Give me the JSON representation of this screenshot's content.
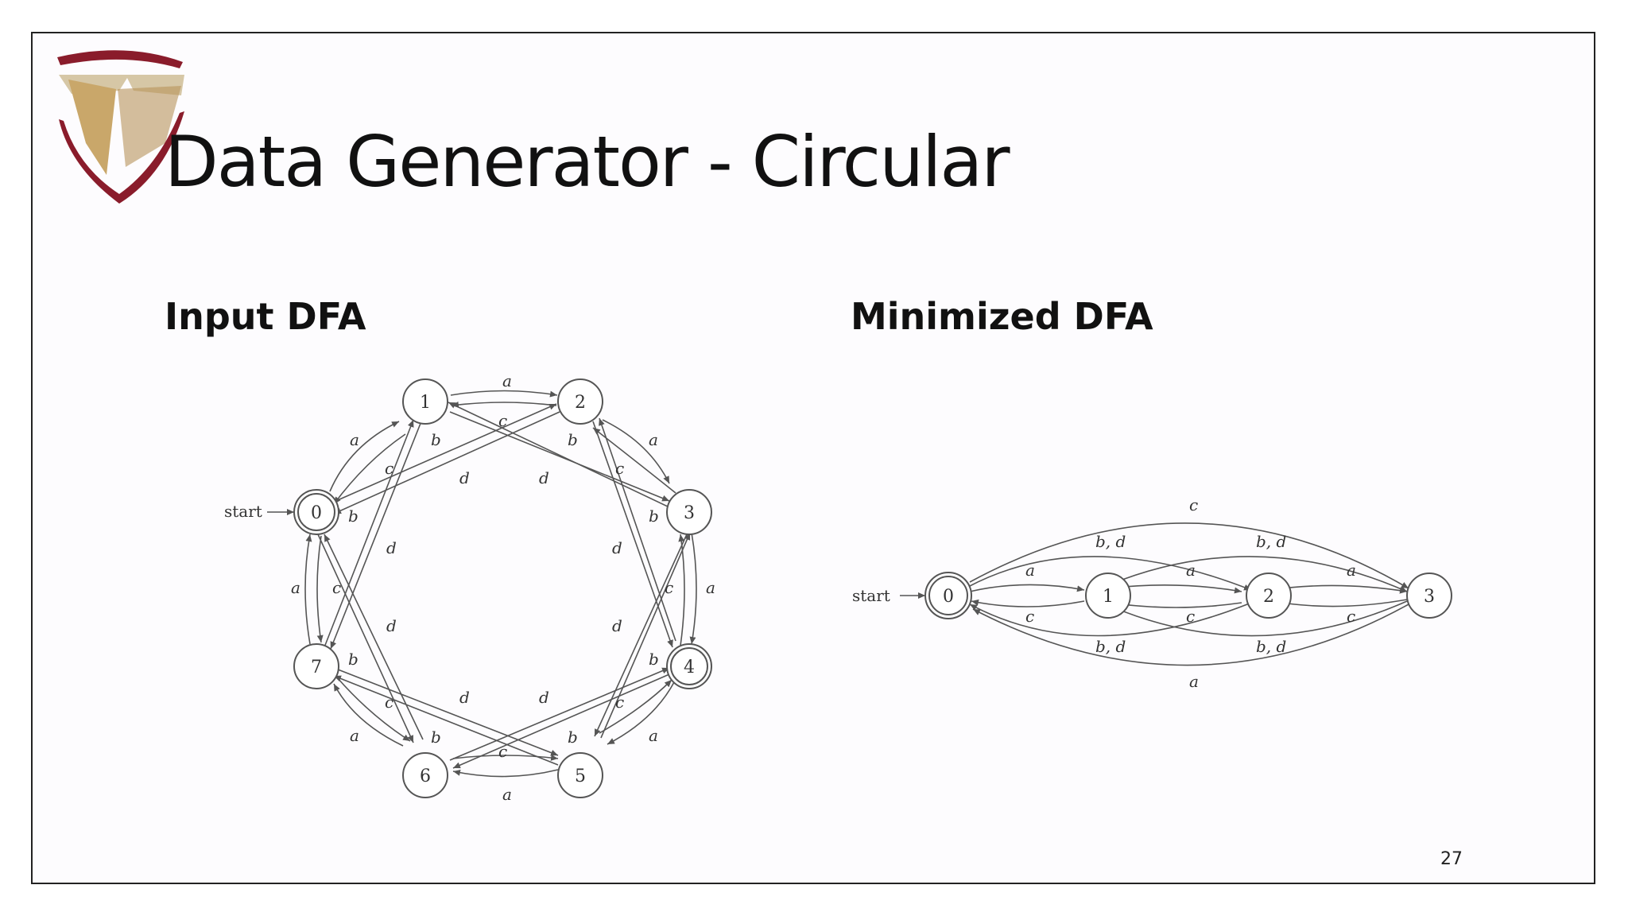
{
  "title": "Data Generator - Circular",
  "left_heading": "Input DFA",
  "right_heading": "Minimized DFA",
  "page_number": "27",
  "start_label": "start",
  "input_dfa": {
    "states": [
      "0",
      "1",
      "2",
      "3",
      "4",
      "5",
      "6",
      "7"
    ],
    "start_state": "0",
    "accepting_states": [
      "0",
      "4"
    ],
    "edge_labels": {
      "a": "a",
      "b": "b",
      "c": "c",
      "d": "d"
    }
  },
  "minimized_dfa": {
    "states": [
      "0",
      "1",
      "2",
      "3"
    ],
    "start_state": "0",
    "accepting_states": [
      "0"
    ],
    "edge_labels": {
      "a": "a",
      "c": "c",
      "bd": "b, d"
    }
  }
}
